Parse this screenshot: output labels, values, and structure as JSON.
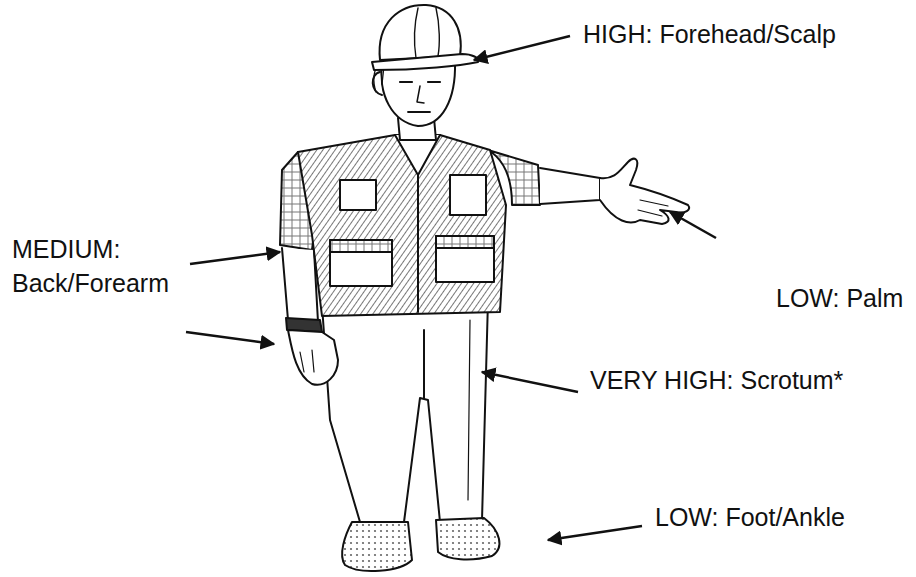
{
  "diagram": {
    "labels": [
      "HIGH: Forehead/Scalp",
      "MEDIUM: Back/Forearm",
      "LOW: Palm",
      "VERY HIGH: Scrotum*",
      "LOW: Foot/Ankle"
    ]
  }
}
